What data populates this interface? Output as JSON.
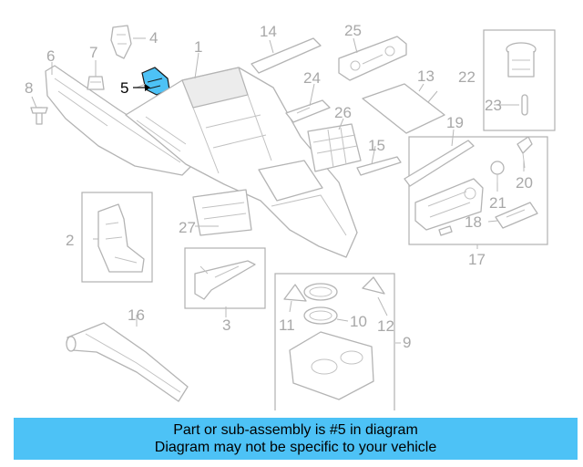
{
  "diagram": {
    "highlight_part": "5",
    "highlight_color": "#4dc2f6",
    "callouts": [
      {
        "id": "p1",
        "label": "1"
      },
      {
        "id": "p2",
        "label": "2"
      },
      {
        "id": "p3",
        "label": "3"
      },
      {
        "id": "p4",
        "label": "4"
      },
      {
        "id": "p5",
        "label": "5"
      },
      {
        "id": "p6",
        "label": "6"
      },
      {
        "id": "p7",
        "label": "7"
      },
      {
        "id": "p8",
        "label": "8"
      },
      {
        "id": "p9",
        "label": "9"
      },
      {
        "id": "p10",
        "label": "10"
      },
      {
        "id": "p11",
        "label": "11"
      },
      {
        "id": "p12",
        "label": "12"
      },
      {
        "id": "p13",
        "label": "13"
      },
      {
        "id": "p14",
        "label": "14"
      },
      {
        "id": "p15",
        "label": "15"
      },
      {
        "id": "p16",
        "label": "16"
      },
      {
        "id": "p17",
        "label": "17"
      },
      {
        "id": "p18",
        "label": "18"
      },
      {
        "id": "p19",
        "label": "19"
      },
      {
        "id": "p20",
        "label": "20"
      },
      {
        "id": "p21",
        "label": "21"
      },
      {
        "id": "p22",
        "label": "22"
      },
      {
        "id": "p23",
        "label": "23"
      },
      {
        "id": "p24",
        "label": "24"
      },
      {
        "id": "p25",
        "label": "25"
      },
      {
        "id": "p26",
        "label": "26"
      },
      {
        "id": "p27",
        "label": "27"
      }
    ]
  },
  "banner": {
    "line1": "Part or sub-assembly is #5 in diagram",
    "line2": "Diagram may not be specific to your vehicle",
    "background": "#4dc2f6"
  }
}
